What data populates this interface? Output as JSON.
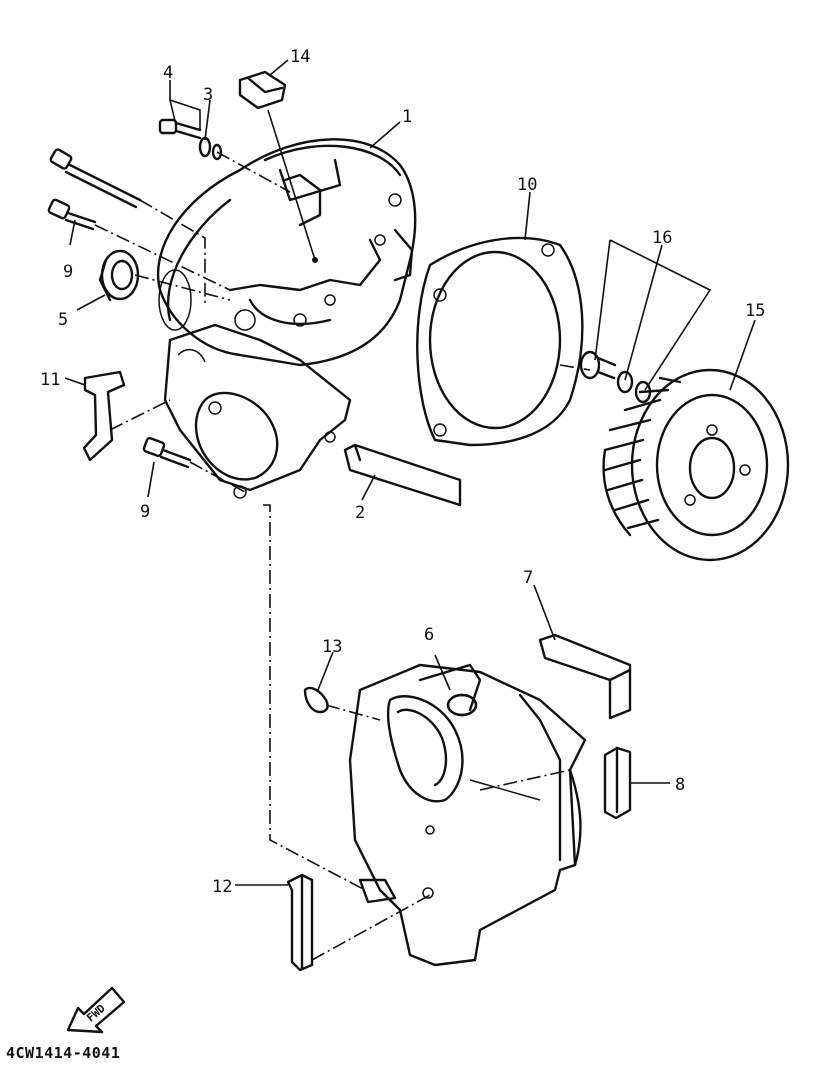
{
  "callouts": {
    "c1": "1",
    "c2": "2",
    "c3": "3",
    "c4": "4",
    "c5": "5",
    "c6": "6",
    "c7": "7",
    "c8": "8",
    "c9a": "9",
    "c9b": "9",
    "c10": "10",
    "c11": "11",
    "c12": "12",
    "c13": "13",
    "c14": "14",
    "c15": "15",
    "c16": "16"
  },
  "fwd_label": "FWD",
  "diagram_code": "4CW1414-4041"
}
